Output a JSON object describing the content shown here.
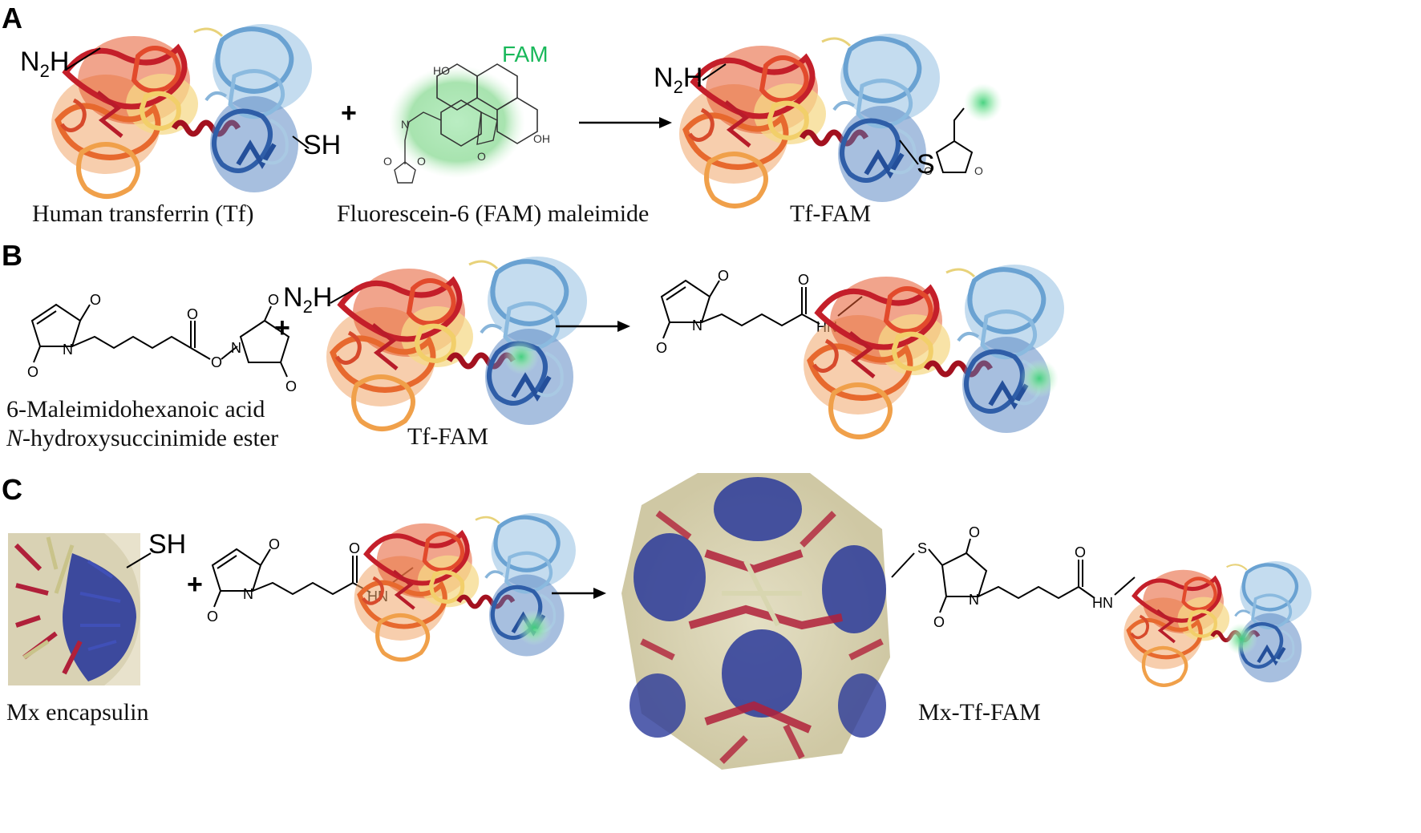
{
  "panels": {
    "a": {
      "letter": "A",
      "amine_label_main": "N",
      "amine_label_sub": "2",
      "amine_label_end": "H",
      "thiol_label": "SH",
      "fam_label": "FAM",
      "plus": "+",
      "product_amine_main": "N",
      "product_amine_sub": "2",
      "product_amine_end": "H",
      "product_sulfur": "S",
      "caption_tf": "Human transferrin (Tf)",
      "caption_fam": "Fluorescein-6 (FAM) maleimide",
      "caption_product": "Tf-FAM"
    },
    "b": {
      "letter": "B",
      "caption_reagent_line1": "6-Maleimidohexanoic acid",
      "caption_reagent_line2_italic": "N",
      "caption_reagent_line2_rest": "-hydroxysuccinimide ester",
      "plus": "+",
      "amine_label_main": "N",
      "amine_label_sub": "2",
      "amine_label_end": "H",
      "caption_tf_fam": "Tf-FAM",
      "atoms": {
        "o": "O",
        "n": "N",
        "hn": "HN"
      }
    },
    "c": {
      "letter": "C",
      "thiol_label": "SH",
      "plus": "+",
      "caption_mx": "Mx encapsulin",
      "caption_product": "Mx-Tf-FAM",
      "atoms": {
        "o": "O",
        "n": "N",
        "hn": "HN",
        "s": "S"
      }
    }
  },
  "colors": {
    "protein_red": "#c21f2c",
    "protein_orange": "#e8803a",
    "protein_yellow": "#f3dc8f",
    "protein_blue": "#3466b0",
    "protein_lightblue": "#8fbadf",
    "fam_glow": "#7fe08f",
    "fam_text": "#19b85a",
    "capsid_blue": "#2a3a9a",
    "capsid_red": "#b0203a",
    "capsid_beige": "#d8d6b0"
  },
  "icons": [
    "protein-ribbon-icon",
    "fam-glow-icon",
    "encapsulin-capsid-icon",
    "reaction-arrow-icon"
  ]
}
